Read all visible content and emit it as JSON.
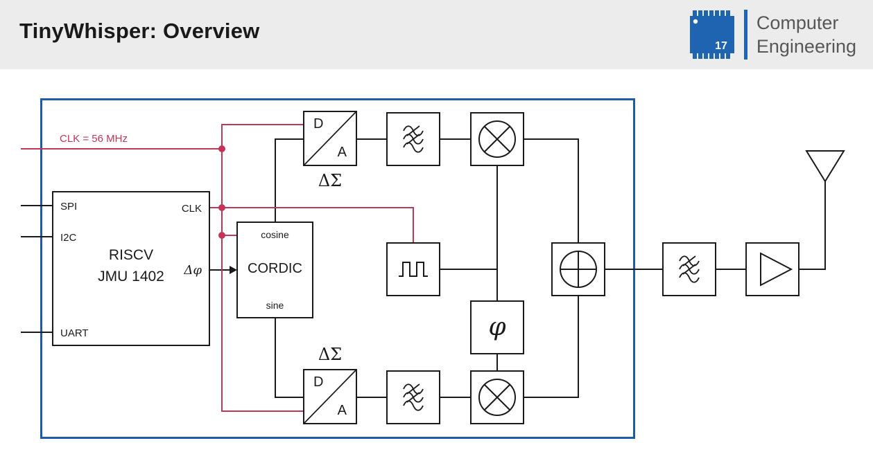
{
  "header": {
    "title": "TinyWhisper: Overview",
    "logo": {
      "chip_number": "17",
      "org_line1": "Computer",
      "org_line2": "Engineering"
    }
  },
  "colors": {
    "header_bg": "#ececec",
    "frame_blue": "#1c5ba6",
    "logo_blue": "#1e64b0",
    "clock_red": "#c13556",
    "line_black": "#1a1a1a"
  },
  "icons": {
    "chip": "chip-logo-icon",
    "filter": "lowpass-filter-icon",
    "mixer": "mixer-icon",
    "adder": "adder-icon",
    "oscillator": "square-wave-icon",
    "phase": "phase-shifter-symbol",
    "amplifier": "amplifier-icon",
    "antenna": "antenna-icon"
  },
  "diagram": {
    "clock_label": "CLK = 56 MHz",
    "riscv": {
      "name_line1": "RISCV",
      "name_line2": "JMU 1402",
      "port_spi": "SPI",
      "port_i2c": "I2C",
      "port_uart": "UART",
      "port_clk": "CLK",
      "port_dphi": "Δφ"
    },
    "cordic": {
      "label": "CORDIC",
      "port_cosine": "cosine",
      "port_sine": "sine"
    },
    "dac_top": {
      "d": "D",
      "a": "A"
    },
    "dac_bottom": {
      "d": "D",
      "a": "A"
    },
    "delta_sigma_top": "ΔΣ",
    "delta_sigma_bottom": "ΔΣ",
    "phase_shifter_label": "φ"
  }
}
